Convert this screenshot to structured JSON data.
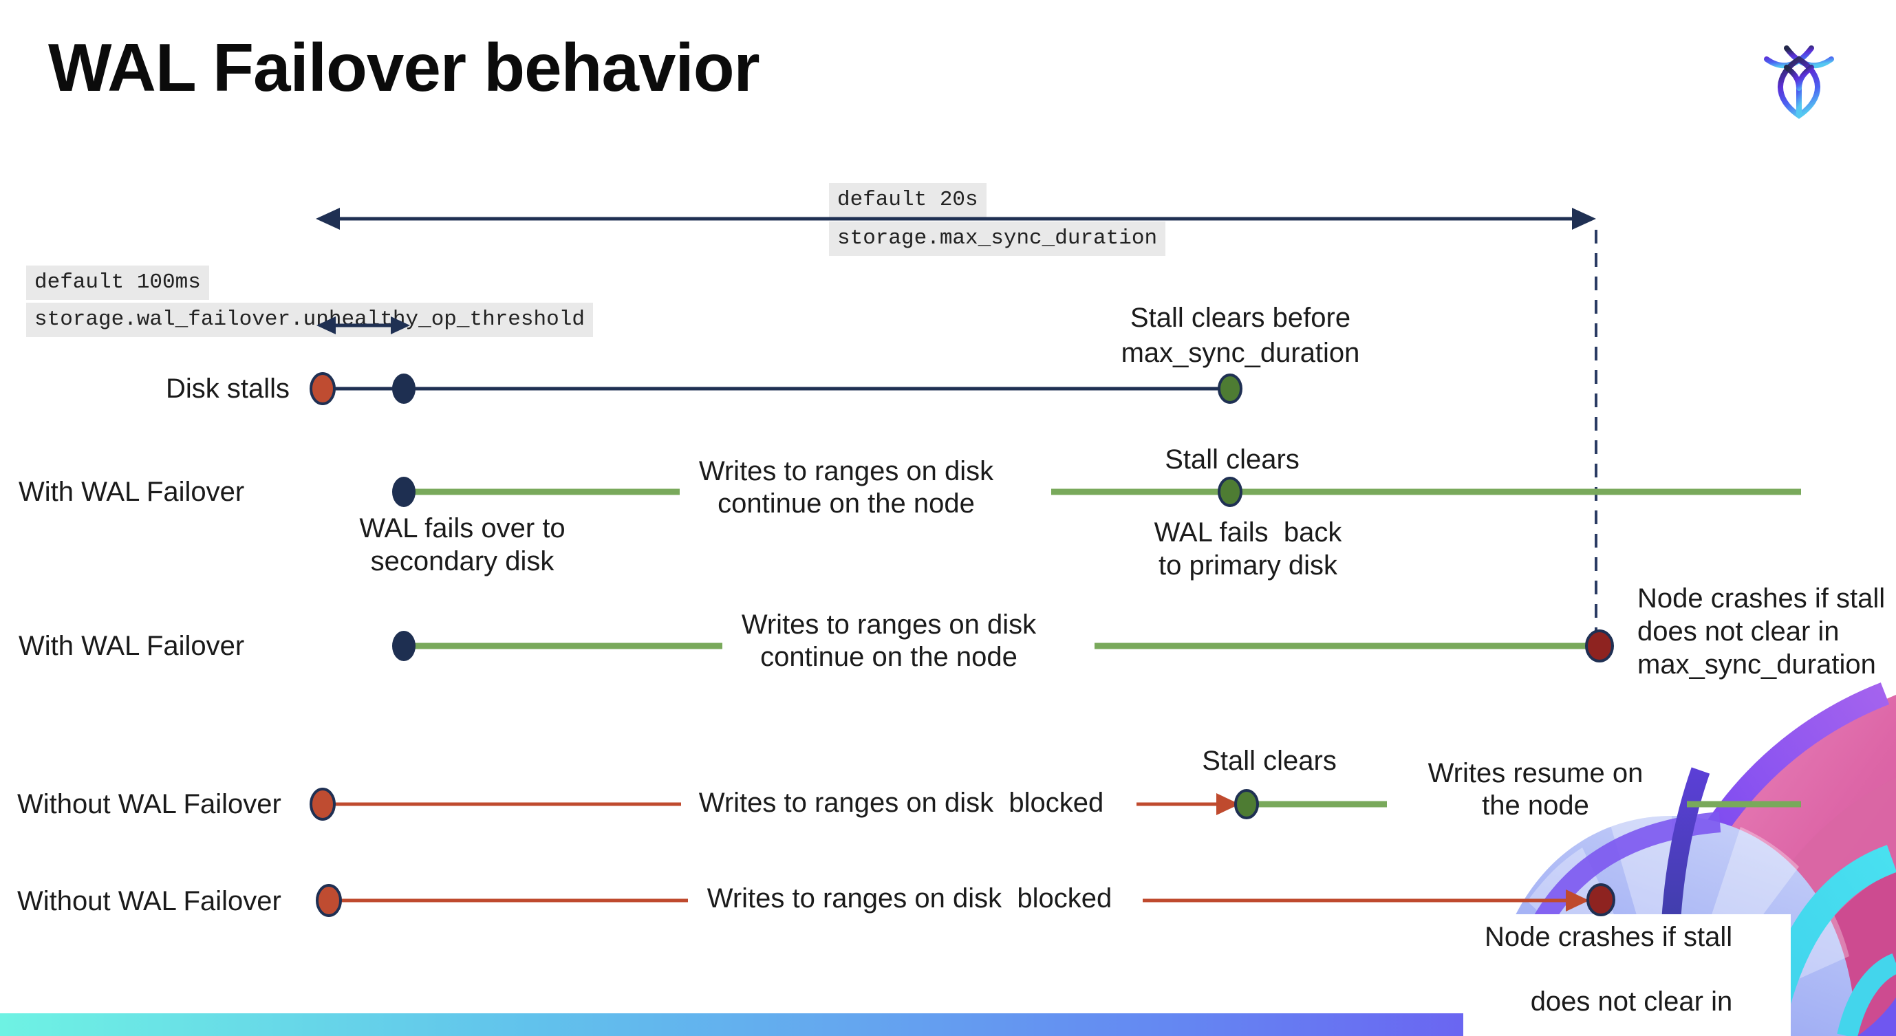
{
  "slide": {
    "title": "WAL Failover behavior"
  },
  "logo": {
    "name": "cockroachdb-logo"
  },
  "settings": {
    "max_sync_duration": {
      "default_label": "default 20s",
      "setting_name": "storage.max_sync_duration"
    },
    "unhealthy_op_threshold": {
      "default_label": "default 100ms",
      "setting_name": "storage.wal_failover.unhealthy_op_threshold"
    }
  },
  "rows": [
    {
      "label": "Disk stalls"
    },
    {
      "label": "With WAL Failover"
    },
    {
      "label": "With WAL Failover"
    },
    {
      "label": "Without WAL Failover"
    },
    {
      "label": "Without WAL Failover"
    }
  ],
  "annotations": {
    "stall_clears_before_line1": "Stall clears before",
    "stall_clears_before_line2": "max_sync_duration",
    "writes_continue_line1": "Writes to ranges on disk",
    "writes_continue_line2": "continue on the node",
    "stall_clears": "Stall clears",
    "wal_fails_over_line1": "WAL fails over to",
    "wal_fails_over_line2": "secondary disk",
    "wal_fails_back_line1": "WAL fails  back",
    "wal_fails_back_line2": "to primary disk",
    "node_crashes_line1": "Node crashes if stall",
    "node_crashes_line2": "does not clear in",
    "node_crashes_line3": "max_sync_duration",
    "writes_blocked": "Writes to ranges on disk  blocked",
    "writes_resume_line1": "Writes resume on",
    "writes_resume_line2": "the node"
  },
  "colors": {
    "navy": "#1f3053",
    "green_line": "#79a95b",
    "green_dot": "#4e7c33",
    "red_line": "#bf4a2e",
    "red_dot": "#bf4c31",
    "dark_red_dot": "#8e2320",
    "mono_bg": "#e9e9e9",
    "bar_gradient": [
      "#6ef2e3",
      "#61c2ec",
      "#6487f2",
      "#6c5bf1"
    ]
  }
}
